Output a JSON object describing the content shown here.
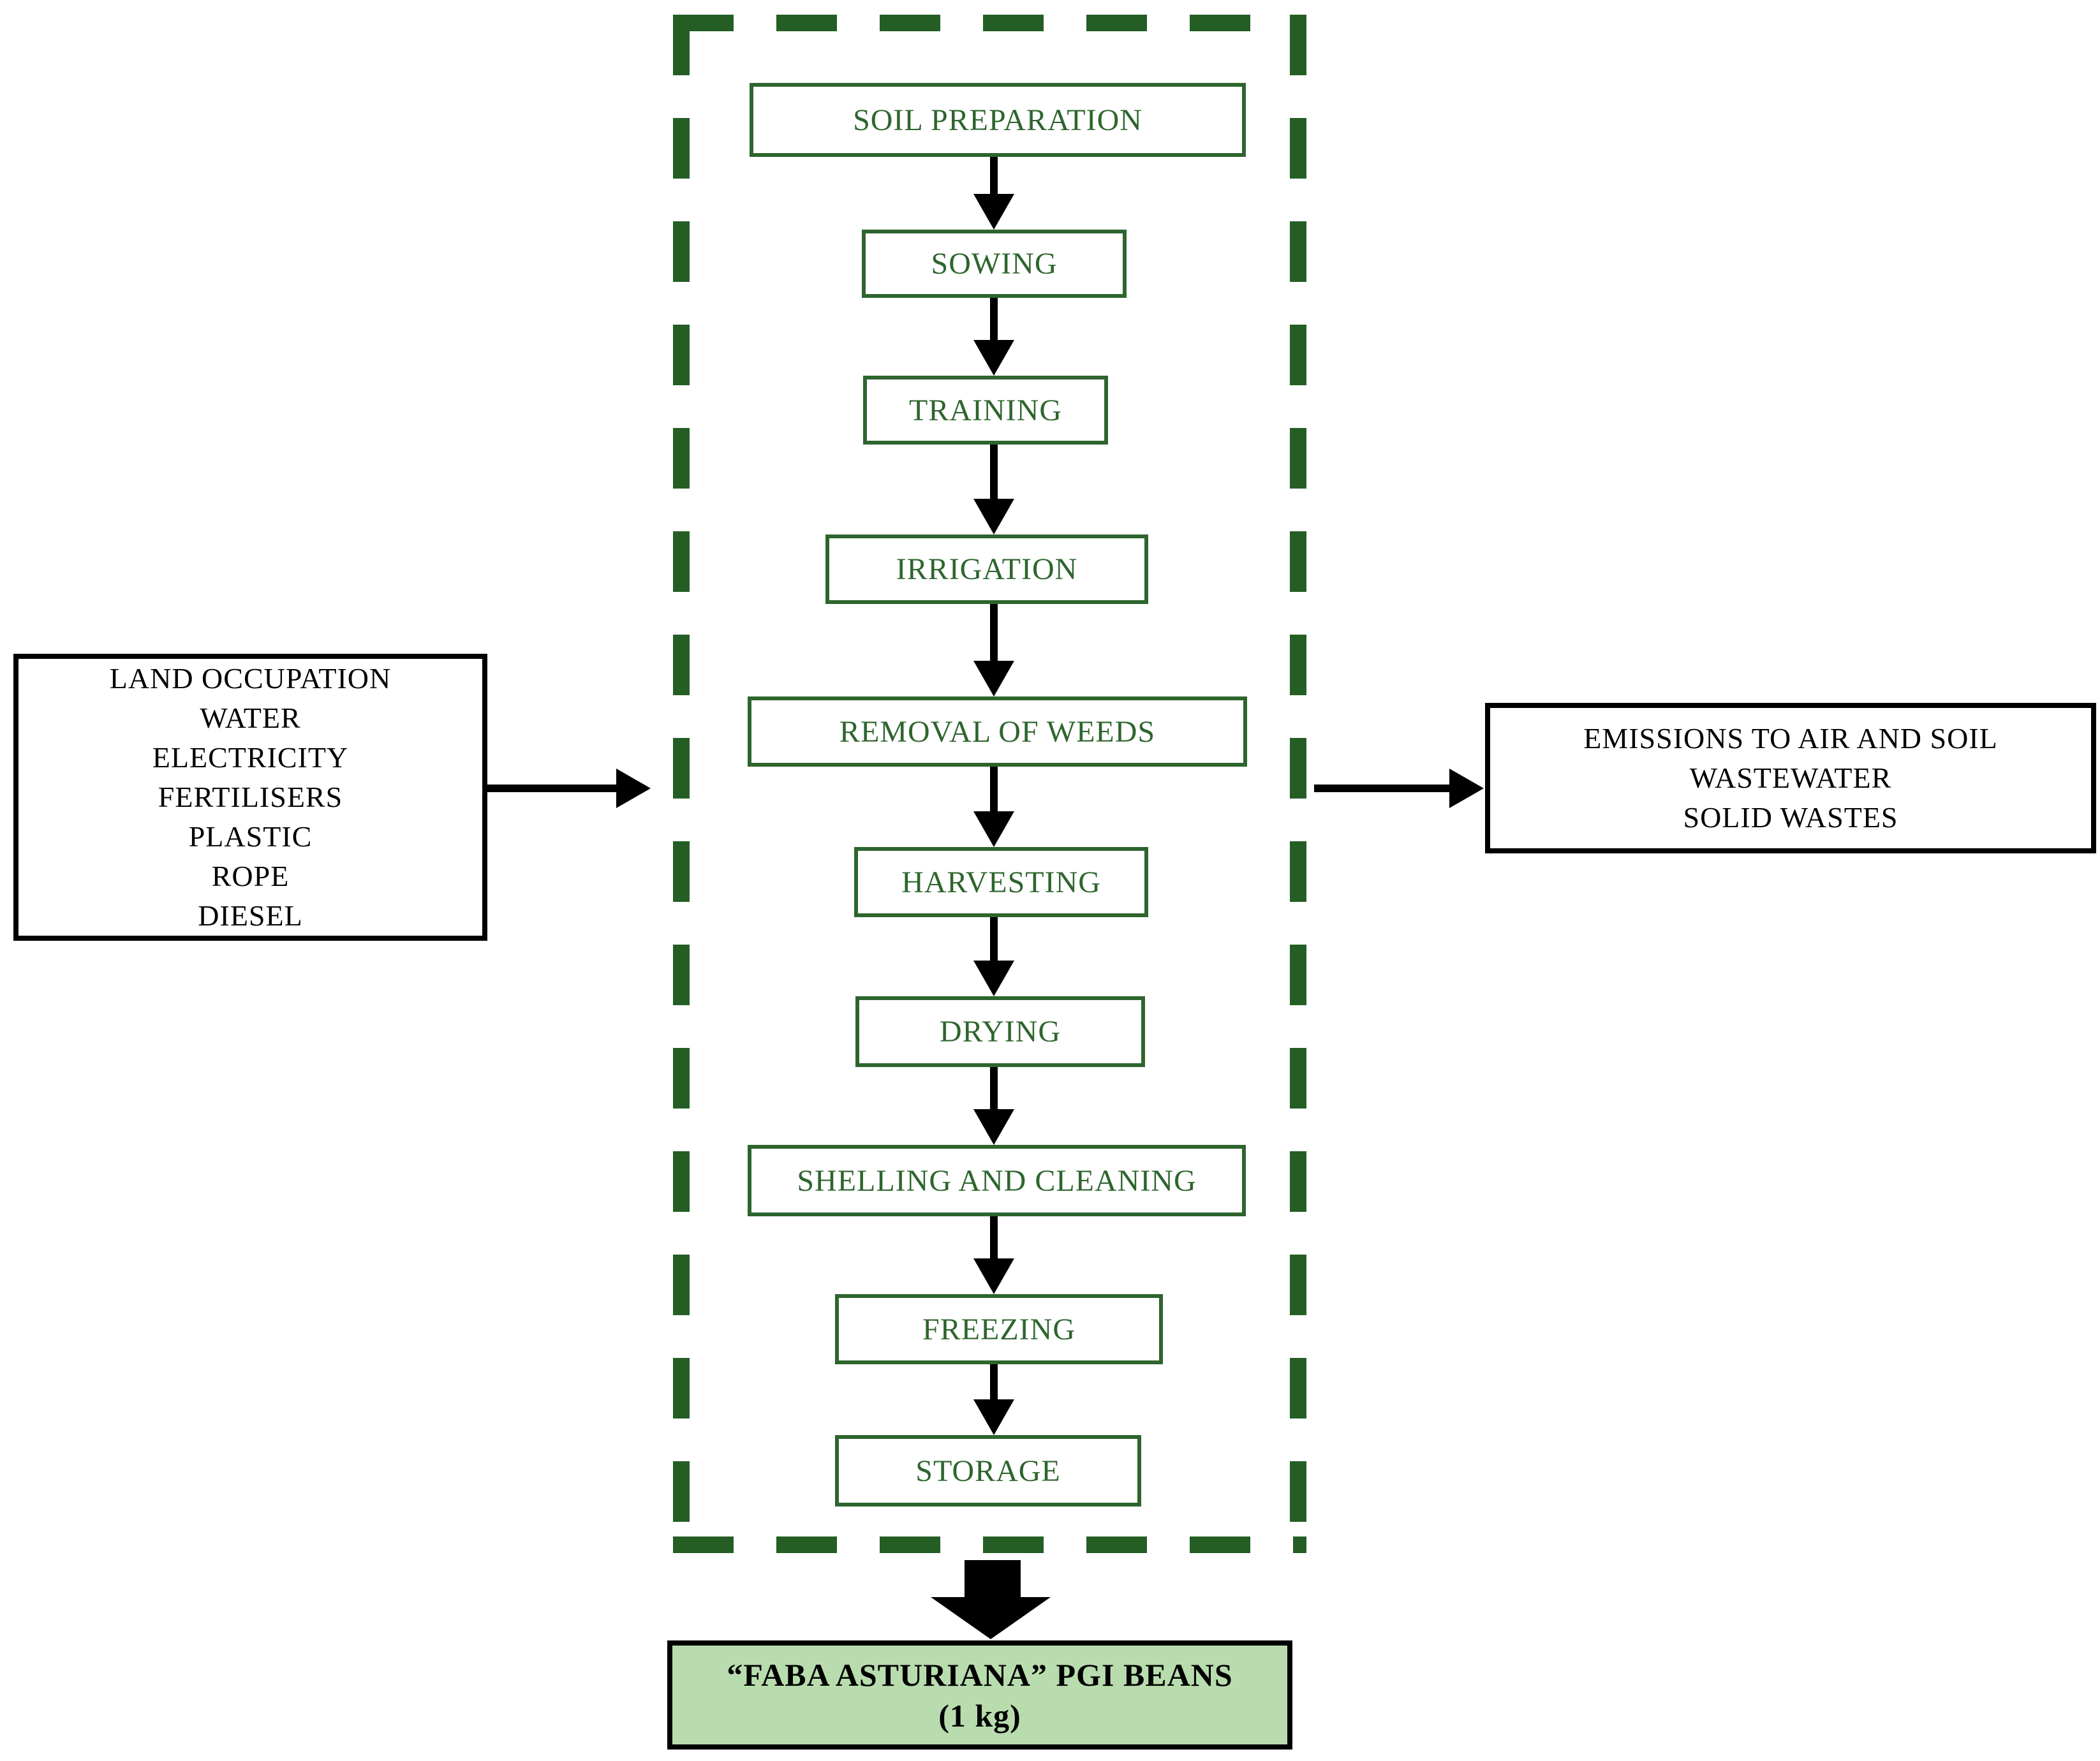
{
  "diagram": {
    "title_hint": "Faba Asturiana PGI beans life-cycle process flow",
    "colors": {
      "process_green": "#2e652e",
      "boundary_dash_green": "#245e24",
      "product_fill_green": "#b9dcae",
      "arrow_black": "#000000"
    },
    "inputs_box": {
      "lines": [
        "LAND OCCUPATION",
        "WATER",
        "ELECTRICITY",
        "FERTILISERS",
        "PLASTIC",
        "ROPE",
        "DIESEL"
      ]
    },
    "outputs_box": {
      "lines": [
        "EMISSIONS TO AIR AND SOIL",
        "WASTEWATER",
        "SOLID WASTES"
      ]
    },
    "process_steps": [
      "SOIL PREPARATION",
      "SOWING",
      "TRAINING",
      "IRRIGATION",
      "REMOVAL OF WEEDS",
      "HARVESTING",
      "DRYING",
      "SHELLING AND CLEANING",
      "FREEZING",
      "STORAGE"
    ],
    "product_box": {
      "line1": "“FABA ASTURIANA” PGI BEANS",
      "line2": "(1 kg)"
    }
  }
}
